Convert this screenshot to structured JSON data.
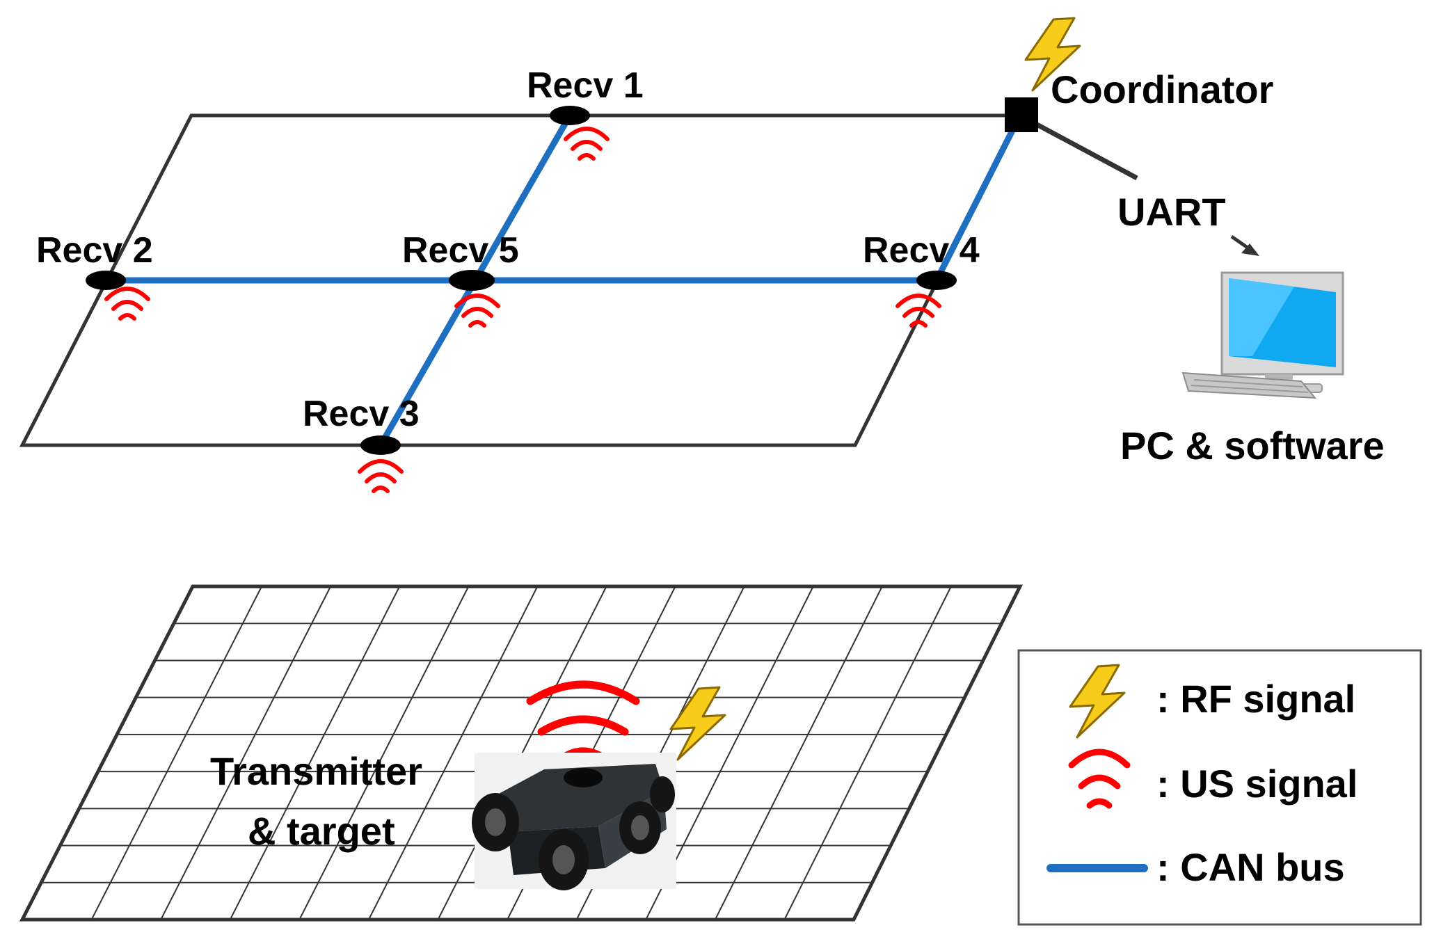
{
  "labels": {
    "recv1": "Recv 1",
    "recv2": "Recv 2",
    "recv3": "Recv 3",
    "recv4": "Recv 4",
    "recv5": "Recv 5",
    "coordinator": "Coordinator",
    "uart": "UART",
    "pc": "PC & software",
    "transmitter_line1": "Transmitter",
    "transmitter_line2": "& target"
  },
  "legend": {
    "rf": ": RF signal",
    "us": ": US signal",
    "can": ": CAN bus"
  },
  "colors": {
    "can_bus": "#1f6fc0",
    "us_signal": "#ff0000",
    "rf_signal": "#f2c200",
    "outline": "#333333",
    "node": "#000000"
  },
  "icons": {
    "rf": "lightning-bolt-icon",
    "us": "ultrasonic-wave-icon",
    "pc": "desktop-computer-icon",
    "robot": "robot-car-icon"
  }
}
